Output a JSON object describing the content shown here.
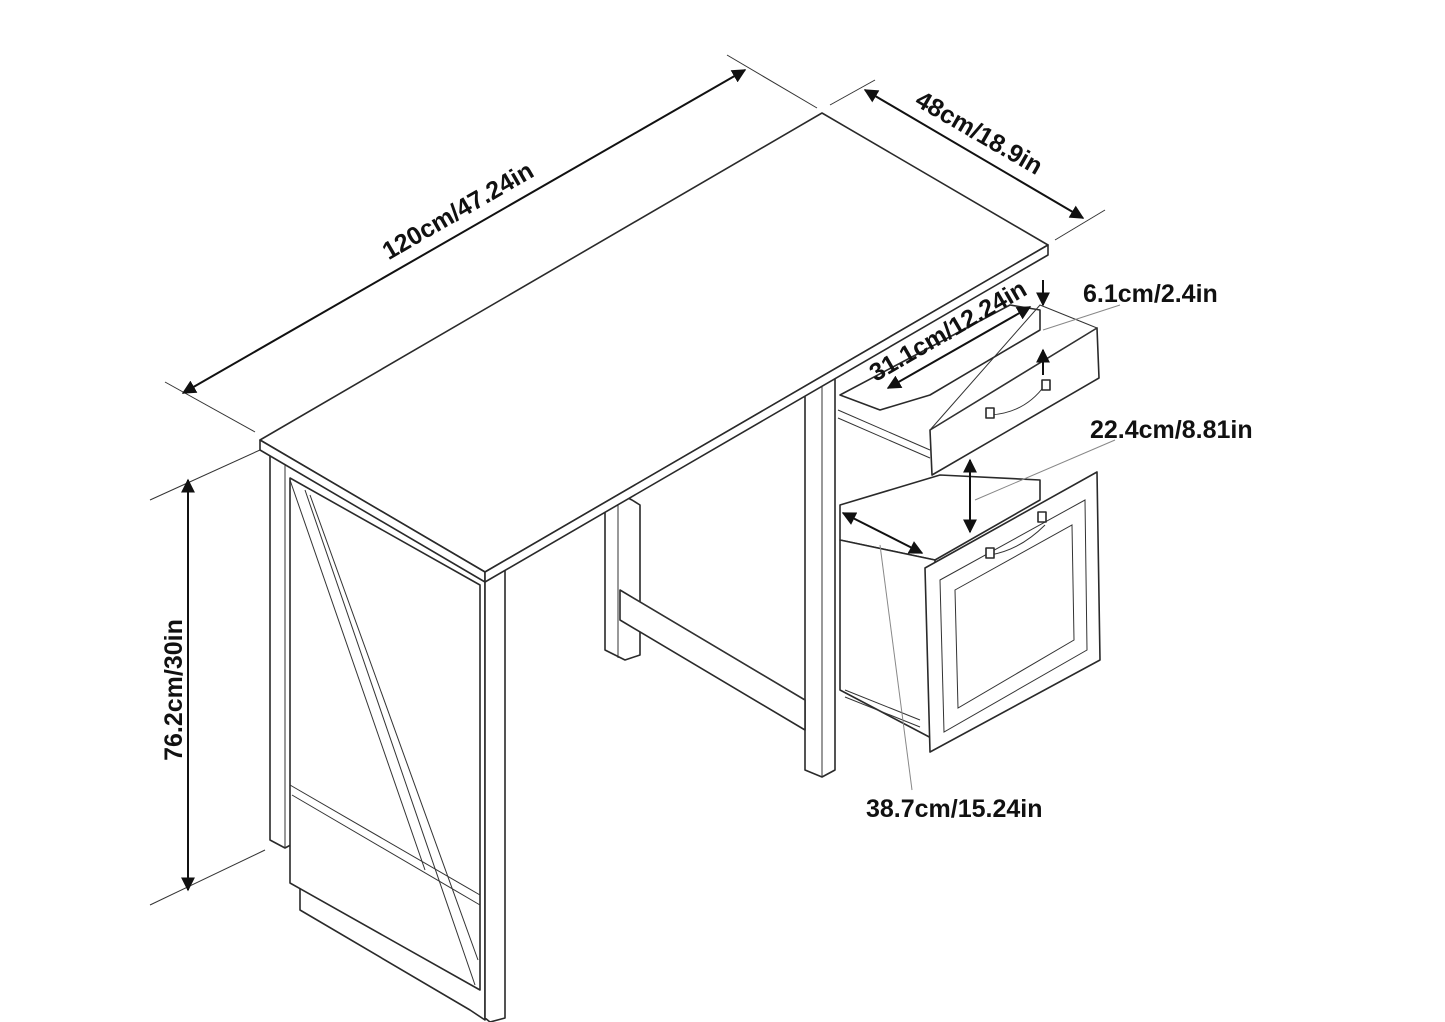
{
  "title": "Desk dimensions diagram",
  "dimensions": {
    "length": "120cm/47.24in",
    "depth": "48cm/18.9in",
    "height": "76.2cm/30in",
    "drawer_depth": "31.1cm/12.24in",
    "drawer_height": "6.1cm/2.4in",
    "file_drawer_height": "22.4cm/8.81in",
    "file_drawer_depth": "38.7cm/15.24in"
  },
  "colors": {
    "line": "#2a2a2a",
    "text": "#111111",
    "background": "#ffffff"
  }
}
